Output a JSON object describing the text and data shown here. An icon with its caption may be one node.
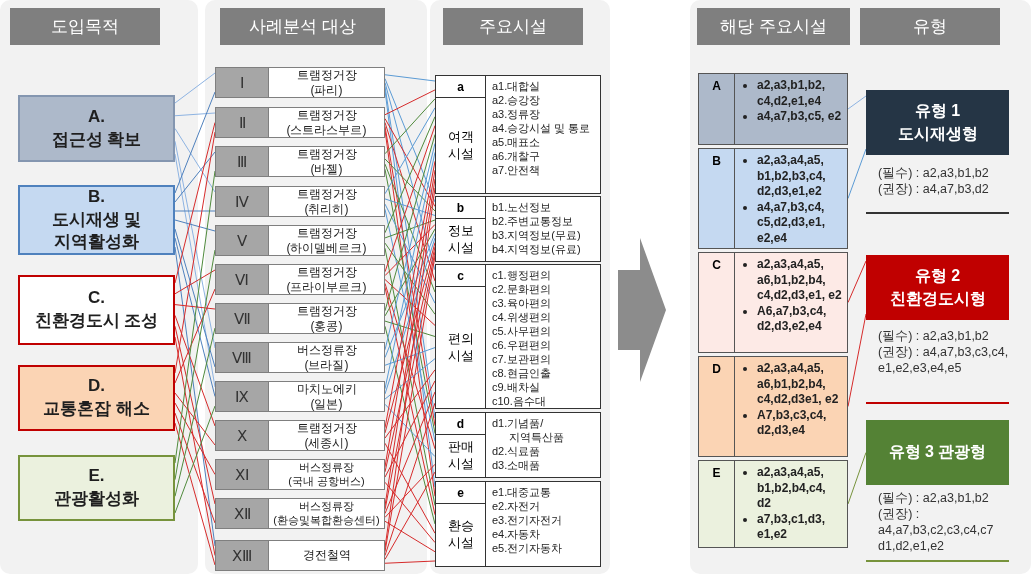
{
  "diagram": {
    "nodes": [
      {
        "text": [
          "도입목적"
        ]
      },
      {
        "text": [
          "A. 접근성 확보"
        ]
      },
      {
        "text": [
          "B. 도시재생 및 지역활성화"
        ]
      },
      {
        "text": [
          "C. 친환경도시 조성"
        ]
      },
      {
        "text": [
          "D. 교통혼잡 해소"
        ]
      },
      {
        "text": [
          "E. 관광활성화"
        ]
      },
      {
        "text": [
          "사례분석 대상"
        ]
      },
      {
        "text": [
          "Ⅰ",
          "트램정거장 (파리)"
        ]
      },
      {
        "text": [
          "Ⅱ",
          "트램정거장 (스트라스부르)"
        ]
      },
      {
        "text": [
          "Ⅲ",
          "트램정거장 (바젤)"
        ]
      },
      {
        "text": [
          "Ⅳ",
          "트램정거장 (취리히)"
        ]
      },
      {
        "text": [
          "Ⅴ",
          "트램정거장 (하이델베르크)"
        ]
      },
      {
        "text": [
          "Ⅵ",
          "트램정거장 (프라이부르크)"
        ]
      },
      {
        "text": [
          "Ⅶ",
          "트램정거장 (홍콩)"
        ]
      },
      {
        "text": [
          "Ⅷ",
          "버스정류장 (브라질)"
        ]
      },
      {
        "text": [
          "Ⅸ",
          "마치노에키 (일본)"
        ]
      },
      {
        "text": [
          "Ⅹ",
          "트램정거장 (세종시)"
        ]
      },
      {
        "text": [
          "ⅩⅠ",
          "버스정류장 (국내 공항버스)"
        ]
      },
      {
        "text": [
          "ⅩⅡ",
          "버스정류장 (환승및복합환승센터)"
        ]
      },
      {
        "text": [
          "ⅩⅢ",
          "경전철역"
        ]
      },
      {
        "text": [
          "주요시설"
        ]
      },
      {
        "text": [
          "a",
          "여객 시설",
          "a1.대합실",
          "a2.승강장",
          "a3.정류장",
          "a4.승강시설 및 통로",
          "a5.매표소",
          "a6.개찰구",
          "a7.안전책"
        ]
      },
      {
        "text": [
          "b",
          "정보 시설",
          "b1.노선정보",
          "b2.주변교통정보",
          "b3.지역정보(무료)",
          "b4.지역정보(유료)"
        ]
      },
      {
        "text": [
          "c",
          "편의 시설",
          "c1.행정편의",
          "c2.문화편의",
          "c3.육아편의",
          "c4.위생편의",
          "c5.사무편의",
          "c6.우편편의",
          "c7.보관편의",
          "c8.현금인출",
          "c9.배차실",
          "c10.음수대"
        ]
      },
      {
        "text": [
          "d",
          "판매 시설",
          "d1.기념품/ 지역특산품",
          "d2.식료품",
          "d3.소매품"
        ]
      },
      {
        "text": [
          "e",
          "환승 시설",
          "e1.대중교통",
          "e2.자전거",
          "e3.전기자전거",
          "e4.자동차",
          "e5.전기자동차"
        ]
      },
      {
        "text": [
          "해당 주요시설"
        ]
      },
      {
        "text": [
          "A",
          "a2,a3,b1,b2, c4,d2,e1,e4",
          "a4,a7,b3,c5, e2"
        ]
      },
      {
        "text": [
          "B",
          "a2,a3,a4,a5, b1,b2,b3,c4, d2,d3,e1,e2",
          "a4,a7,b3,c4, c5,d2,d3,e1, e2,e4"
        ]
      },
      {
        "text": [
          "C",
          "a2,a3,a4,a5, a6,b1,b2,b4, c4,d2,d3,e1, e2",
          "A6,a7,b3,c4, d2,d3,e2,e4"
        ]
      },
      {
        "text": [
          "D",
          "a2,a3,a4,a5, a6,b1,b2,b4, c4,d2,d3e1, e2",
          "A7,b3,c3,c4, d2,d3,e4"
        ]
      },
      {
        "text": [
          "E",
          "a2,a3,a4,a5, b1,b2,b4,c4, d2",
          "a7,b3,c1,d3, e1,e2"
        ]
      },
      {
        "text": [
          "유형"
        ]
      },
      {
        "text": [
          "유형 1 도시재생형"
        ],
        "beside": [
          "(필수) : a2,a3,b1,b2",
          "(권장) : a4,a7,b3,d2"
        ]
      },
      {
        "text": [
          "유형 2 친환경도시형"
        ],
        "beside": [
          "(필수) : a2,a3,b1,b2",
          "(권장) : a4,a7,b3,c3,c4, e1,e2,e3,e4,e5"
        ]
      },
      {
        "text": [
          "유형 3 관광형"
        ],
        "beside": [
          "(필수) : a2,a3,b1,b2",
          "(권장) : a4,a7,b3,c2,c3,c4,c7 d1,d2,e1,e2"
        ]
      }
    ],
    "edges": [
      {
        "from": 1,
        "to": 7,
        "arrow": "none",
        "color": "#8db3e2"
      },
      {
        "from": 1,
        "to": 8,
        "arrow": "none",
        "color": "#8db3e2"
      },
      {
        "from": 1,
        "to": 10,
        "arrow": "none",
        "color": "#8db3e2"
      },
      {
        "from": 1,
        "to": 14,
        "arrow": "none",
        "color": "#8db3e2"
      },
      {
        "from": 1,
        "to": 15,
        "arrow": "none",
        "color": "#8db3e2"
      },
      {
        "from": 2,
        "to": 7,
        "arrow": "none",
        "color": "#4f81bd"
      },
      {
        "from": 2,
        "to": 9,
        "arrow": "none",
        "color": "#4f81bd"
      },
      {
        "from": 2,
        "to": 10,
        "arrow": "none",
        "color": "#4f81bd"
      },
      {
        "from": 2,
        "to": 11,
        "arrow": "none",
        "color": "#4f81bd"
      },
      {
        "from": 2,
        "to": 14,
        "arrow": "none",
        "color": "#4f81bd"
      },
      {
        "from": 2,
        "to": 15,
        "arrow": "none",
        "color": "#4f81bd"
      },
      {
        "from": 2,
        "to": 19,
        "arrow": "none",
        "color": "#4f81bd"
      },
      {
        "from": 3,
        "to": 8,
        "arrow": "none"
      },
      {
        "from": 3,
        "to": 12,
        "arrow": "none"
      },
      {
        "from": 3,
        "to": 13,
        "arrow": "none"
      },
      {
        "from": 3,
        "to": 16,
        "arrow": "none"
      },
      {
        "from": 3,
        "to": 18,
        "arrow": "none"
      },
      {
        "from": 3,
        "to": 19,
        "arrow": "none"
      },
      {
        "from": 4,
        "to": 8,
        "arrow": "none"
      },
      {
        "from": 4,
        "to": 12,
        "arrow": "none"
      },
      {
        "from": 4,
        "to": 16,
        "arrow": "none"
      },
      {
        "from": 4,
        "to": 17,
        "arrow": "none"
      },
      {
        "from": 4,
        "to": 18,
        "arrow": "none"
      },
      {
        "from": 4,
        "to": 19,
        "arrow": "none"
      },
      {
        "from": 5,
        "to": 9,
        "arrow": "none",
        "color": "#4f8a3c"
      },
      {
        "from": 5,
        "to": 11,
        "arrow": "none",
        "color": "#4f8a3c"
      },
      {
        "from": 5,
        "to": 13,
        "arrow": "none",
        "color": "#4f8a3c"
      },
      {
        "from": 5,
        "to": 15,
        "arrow": "none",
        "color": "#4f8a3c"
      },
      {
        "from": 7,
        "to": 21,
        "arrow": "none",
        "color": "#5b9bd5"
      },
      {
        "from": 7,
        "to": 22,
        "arrow": "none",
        "color": "#5b9bd5"
      },
      {
        "from": 7,
        "to": 23,
        "arrow": "none",
        "color": "#5b9bd5"
      },
      {
        "from": 7,
        "to": 24,
        "arrow": "none",
        "color": "#5b9bd5"
      },
      {
        "from": 7,
        "to": 25,
        "arrow": "none",
        "color": "#5b9bd5"
      },
      {
        "from": 8,
        "to": 21,
        "arrow": "none"
      },
      {
        "from": 8,
        "to": 22,
        "arrow": "none"
      },
      {
        "from": 8,
        "to": 23,
        "arrow": "none"
      },
      {
        "from": 8,
        "to": 24,
        "arrow": "none"
      },
      {
        "from": 8,
        "to": 25,
        "arrow": "none"
      },
      {
        "from": 9,
        "to": 21,
        "arrow": "none",
        "color": "#4f8a3c"
      },
      {
        "from": 9,
        "to": 22,
        "arrow": "none",
        "color": "#4f8a3c"
      },
      {
        "from": 9,
        "to": 23,
        "arrow": "none",
        "color": "#4f8a3c"
      },
      {
        "from": 9,
        "to": 24,
        "arrow": "none",
        "color": "#4f8a3c"
      },
      {
        "from": 10,
        "to": 21,
        "arrow": "none",
        "color": "#5b9bd5"
      },
      {
        "from": 10,
        "to": 22,
        "arrow": "none",
        "color": "#5b9bd5"
      },
      {
        "from": 10,
        "to": 23,
        "arrow": "none",
        "color": "#5b9bd5"
      },
      {
        "from": 10,
        "to": 24,
        "arrow": "none",
        "color": "#5b9bd5"
      },
      {
        "from": 11,
        "to": 21,
        "arrow": "none",
        "color": "#4f8a3c"
      },
      {
        "from": 11,
        "to": 22,
        "arrow": "none",
        "color": "#4f8a3c"
      },
      {
        "from": 11,
        "to": 23,
        "arrow": "none",
        "color": "#4f8a3c"
      },
      {
        "from": 11,
        "to": 25,
        "arrow": "none",
        "color": "#4f8a3c"
      },
      {
        "from": 12,
        "to": 21,
        "arrow": "none"
      },
      {
        "from": 12,
        "to": 22,
        "arrow": "none"
      },
      {
        "from": 12,
        "to": 23,
        "arrow": "none"
      },
      {
        "from": 12,
        "to": 24,
        "arrow": "none"
      },
      {
        "from": 12,
        "to": 25,
        "arrow": "none"
      },
      {
        "from": 13,
        "to": 21,
        "arrow": "none",
        "color": "#4f8a3c"
      },
      {
        "from": 13,
        "to": 22,
        "arrow": "none",
        "color": "#4f8a3c"
      },
      {
        "from": 13,
        "to": 23,
        "arrow": "none",
        "color": "#4f8a3c"
      },
      {
        "from": 13,
        "to": 25,
        "arrow": "none",
        "color": "#4f8a3c"
      },
      {
        "from": 14,
        "to": 21,
        "arrow": "none",
        "color": "#5b9bd5"
      },
      {
        "from": 14,
        "to": 22,
        "arrow": "none",
        "color": "#5b9bd5"
      },
      {
        "from": 14,
        "to": 23,
        "arrow": "none",
        "color": "#5b9bd5"
      },
      {
        "from": 15,
        "to": 21,
        "arrow": "none",
        "color": "#5b9bd5"
      },
      {
        "from": 15,
        "to": 22,
        "arrow": "none",
        "color": "#5b9bd5"
      },
      {
        "from": 15,
        "to": 23,
        "arrow": "none",
        "color": "#5b9bd5"
      },
      {
        "from": 15,
        "to": 24,
        "arrow": "none",
        "color": "#5b9bd5"
      },
      {
        "from": 16,
        "to": 21,
        "arrow": "none"
      },
      {
        "from": 16,
        "to": 22,
        "arrow": "none"
      },
      {
        "from": 16,
        "to": 23,
        "arrow": "none"
      },
      {
        "from": 16,
        "to": 25,
        "arrow": "none"
      },
      {
        "from": 17,
        "to": 21,
        "arrow": "none"
      },
      {
        "from": 17,
        "to": 22,
        "arrow": "none"
      },
      {
        "from": 17,
        "to": 23,
        "arrow": "none"
      },
      {
        "from": 17,
        "to": 25,
        "arrow": "none"
      },
      {
        "from": 18,
        "to": 21,
        "arrow": "none"
      },
      {
        "from": 18,
        "to": 22,
        "arrow": "none"
      },
      {
        "from": 18,
        "to": 23,
        "arrow": "none"
      },
      {
        "from": 18,
        "to": 24,
        "arrow": "none"
      },
      {
        "from": 18,
        "to": 25,
        "arrow": "none"
      },
      {
        "from": 19,
        "to": 21,
        "arrow": "none"
      },
      {
        "from": 19,
        "to": 22,
        "arrow": "none"
      },
      {
        "from": 19,
        "to": 23,
        "arrow": "none"
      },
      {
        "from": 19,
        "to": 24,
        "arrow": "none"
      },
      {
        "from": 19,
        "to": 25,
        "arrow": "none"
      },
      {
        "from": 27,
        "to": 33,
        "arrow": "none",
        "color": "#8db3e2"
      },
      {
        "from": 28,
        "to": 33,
        "arrow": "none",
        "color": "#5b9bd5"
      },
      {
        "from": 29,
        "to": 34,
        "arrow": "none"
      },
      {
        "from": 30,
        "to": 34,
        "arrow": "none"
      },
      {
        "from": 31,
        "to": 35,
        "arrow": "none",
        "color": "#77933c"
      }
    ]
  }
}
